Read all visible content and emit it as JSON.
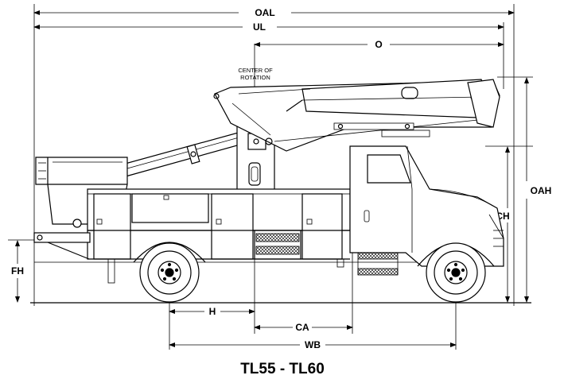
{
  "diagram": {
    "title": "TL55 - TL60",
    "note_center_of_rotation": [
      "CENTER OF",
      "ROTATION"
    ],
    "dimensions": {
      "oal": "OAL",
      "ul": "UL",
      "o": "O",
      "oah": "OAH",
      "ch": "CH",
      "fh": "FH",
      "h": "H",
      "ca": "CA",
      "wb": "WB"
    }
  }
}
